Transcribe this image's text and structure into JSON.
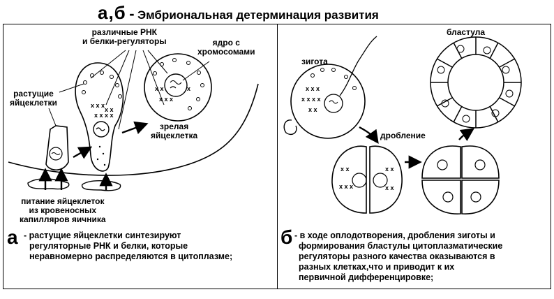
{
  "title": {
    "letters": "а,б",
    "dash": "-",
    "text": "Эмбриональная детерминация развития"
  },
  "panel_a": {
    "letter": "а",
    "labels": {
      "rna": [
        "различные РНК",
        "и белки-регуляторы"
      ],
      "nucleus": [
        "ядро с",
        "хромосомами"
      ],
      "growing": [
        "растущие",
        "яйцеклетки"
      ],
      "mature": [
        "зрелая",
        "яйцеклетка"
      ],
      "nutrition": [
        "питание яйцеклеток",
        "из кровеносных",
        "капилляров яичника"
      ]
    },
    "caption": [
      "- растущие яйцеклетки синтезируют",
      "регуляторные РНК и белки, которые",
      "неравномерно распределяются в цитоплазме;"
    ]
  },
  "panel_b": {
    "letter": "б",
    "labels": {
      "blastula": "бластула",
      "zygote": "зигота",
      "cleavage": "дробление"
    },
    "caption": [
      "- в ходе оплодотворения, дробления зиготы и",
      "формирования бластулы цитоплазматические",
      "регуляторы разного качества оказываются в",
      "разных клетках,что и приводит к их",
      "первичной дифференцировке;"
    ]
  }
}
